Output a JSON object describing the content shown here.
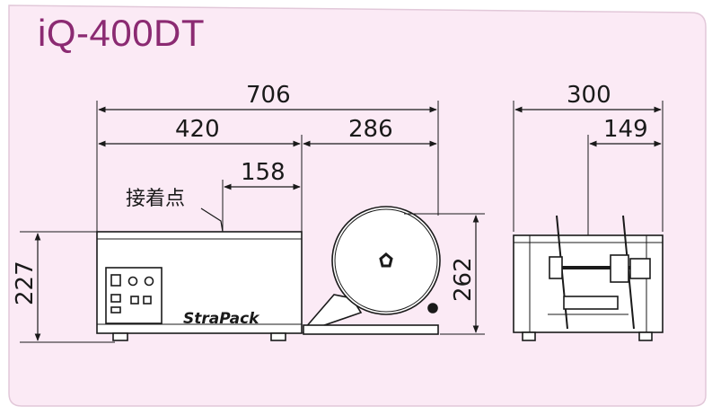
{
  "title": "iQ-400DT",
  "dims": {
    "overall_width": "706",
    "body_width": "420",
    "reel_width": "286",
    "seal_offset": "158",
    "depth": "300",
    "depth_half": "149",
    "body_height": "227",
    "reel_height": "262"
  },
  "labels": {
    "seal_point": "接着点",
    "brand": "StraPack"
  },
  "colors": {
    "background": "#fbeaf5",
    "title": "#8b2a72",
    "line": "#1a1a1a"
  }
}
